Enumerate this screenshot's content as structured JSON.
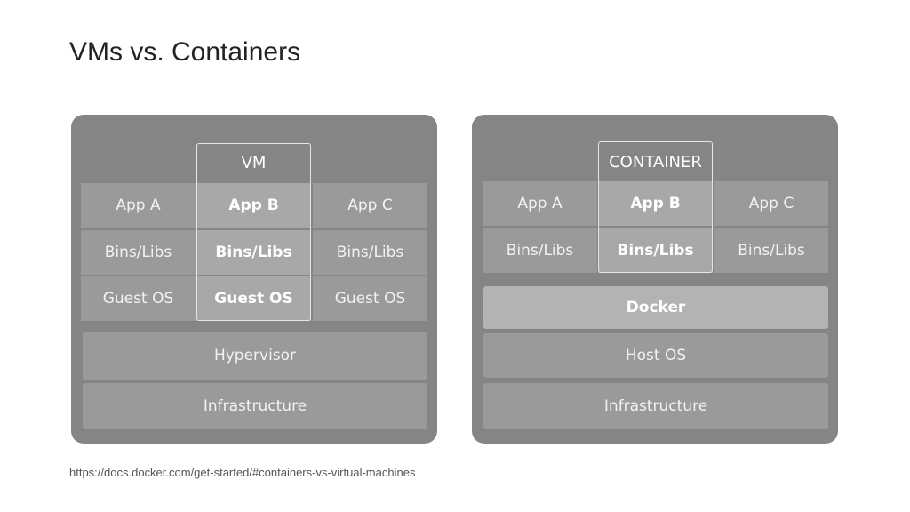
{
  "slide": {
    "title": "VMs vs. Containers",
    "source": "https://docs.docker.com/get-started/#containers-vs-virtual-machines"
  },
  "vm_panel": {
    "frame_label": "VM",
    "apps": [
      "App A",
      "App B",
      "App C"
    ],
    "bins": [
      "Bins/Libs",
      "Bins/Libs",
      "Bins/Libs"
    ],
    "guest_os": [
      "Guest OS",
      "Guest OS",
      "Guest OS"
    ],
    "hypervisor": "Hypervisor",
    "infrastructure": "Infrastructure"
  },
  "container_panel": {
    "frame_label": "CONTAINER",
    "apps": [
      "App A",
      "App B",
      "App C"
    ],
    "bins": [
      "Bins/Libs",
      "Bins/Libs",
      "Bins/Libs"
    ],
    "docker": "Docker",
    "host_os": "Host OS",
    "infrastructure": "Infrastructure"
  },
  "colors": {
    "panel": "#858585",
    "cell": "#9a9a9a",
    "highlight": "#a8a8a8",
    "docker": "#b3b3b3"
  }
}
